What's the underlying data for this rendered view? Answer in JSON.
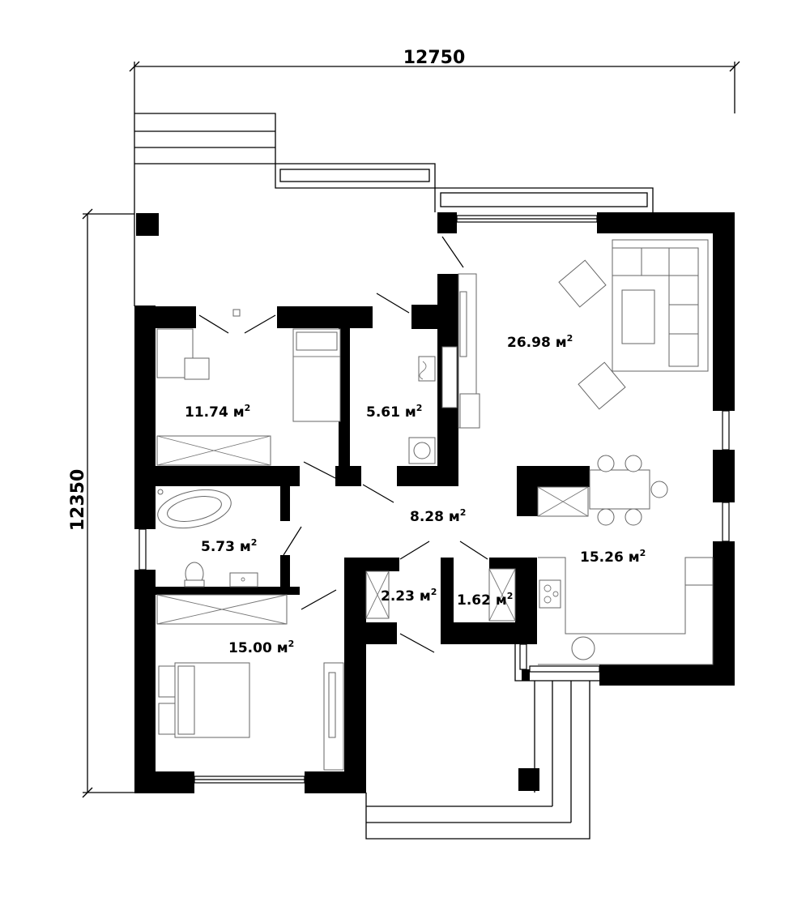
{
  "plan": {
    "dimensions": {
      "width": "12750",
      "height": "12350"
    },
    "rooms": [
      {
        "id": "bedroom-1",
        "area": "11.74 м",
        "unit_exp": "2"
      },
      {
        "id": "storage",
        "area": "5.61 м",
        "unit_exp": "2"
      },
      {
        "id": "living-room",
        "area": "26.98 м",
        "unit_exp": "2"
      },
      {
        "id": "bathroom",
        "area": "5.73 м",
        "unit_exp": "2"
      },
      {
        "id": "hall",
        "area": "8.28 м",
        "unit_exp": "2"
      },
      {
        "id": "kitchen-dining",
        "area": "15.26 м",
        "unit_exp": "2"
      },
      {
        "id": "wc",
        "area": "2.23 м",
        "unit_exp": "2"
      },
      {
        "id": "utility",
        "area": "1.62 м",
        "unit_exp": "2"
      },
      {
        "id": "bedroom-2",
        "area": "15.00 м",
        "unit_exp": "2"
      }
    ]
  }
}
